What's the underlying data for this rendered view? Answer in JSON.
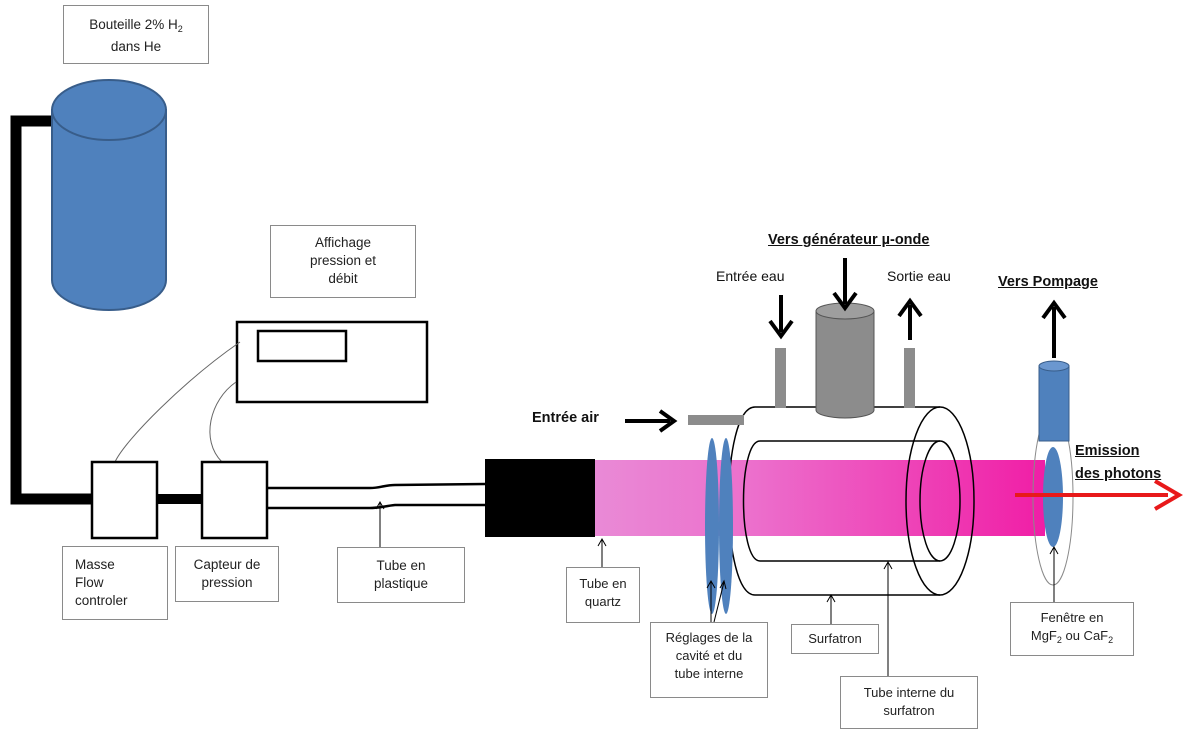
{
  "labels": {
    "bottle": {
      "line1_prefix": "Bouteille 2% H",
      "line1_sub": "2",
      "line2": "dans He"
    },
    "display": {
      "line1": "Affichage",
      "line2": "pression et",
      "line3": "débit"
    },
    "mfc": {
      "line1": "Masse",
      "line2": "Flow",
      "line3": "controler"
    },
    "pressure_sensor": {
      "line1": "Capteur de",
      "line2": "pression"
    },
    "plastic_tube": {
      "line1": "Tube en",
      "line2": "plastique"
    },
    "quartz_tube": {
      "line1": "Tube en",
      "line2": "quartz"
    },
    "adjustments": {
      "line1": "Réglages de la",
      "line2": "cavité et du",
      "line3": "tube interne"
    },
    "surfatron": "Surfatron",
    "inner_tube": {
      "line1": "Tube interne du",
      "line2": "surfatron"
    },
    "window": {
      "line1": "Fenêtre en",
      "l2a": "MgF",
      "l2a_sub": "2",
      "l2b": " ou CaF",
      "l2b_sub": "2"
    },
    "microwave": "Vers générateur µ-onde",
    "water_in": "Entrée eau",
    "water_out": "Sortie eau",
    "pumping": "Vers Pompage",
    "air_in": "Entrée air",
    "emission": {
      "line1": "Emission",
      "line2": "des photons"
    }
  },
  "colors": {
    "bottle_fill": "#4f81bd",
    "bottle_stroke": "#385d8a",
    "plasma_start": "#e98ad6",
    "plasma_end": "#f01ea6",
    "photon_arrow": "#e8191a",
    "metal_grey": "#8c8c8c",
    "lens_blue": "#4f81bd"
  }
}
